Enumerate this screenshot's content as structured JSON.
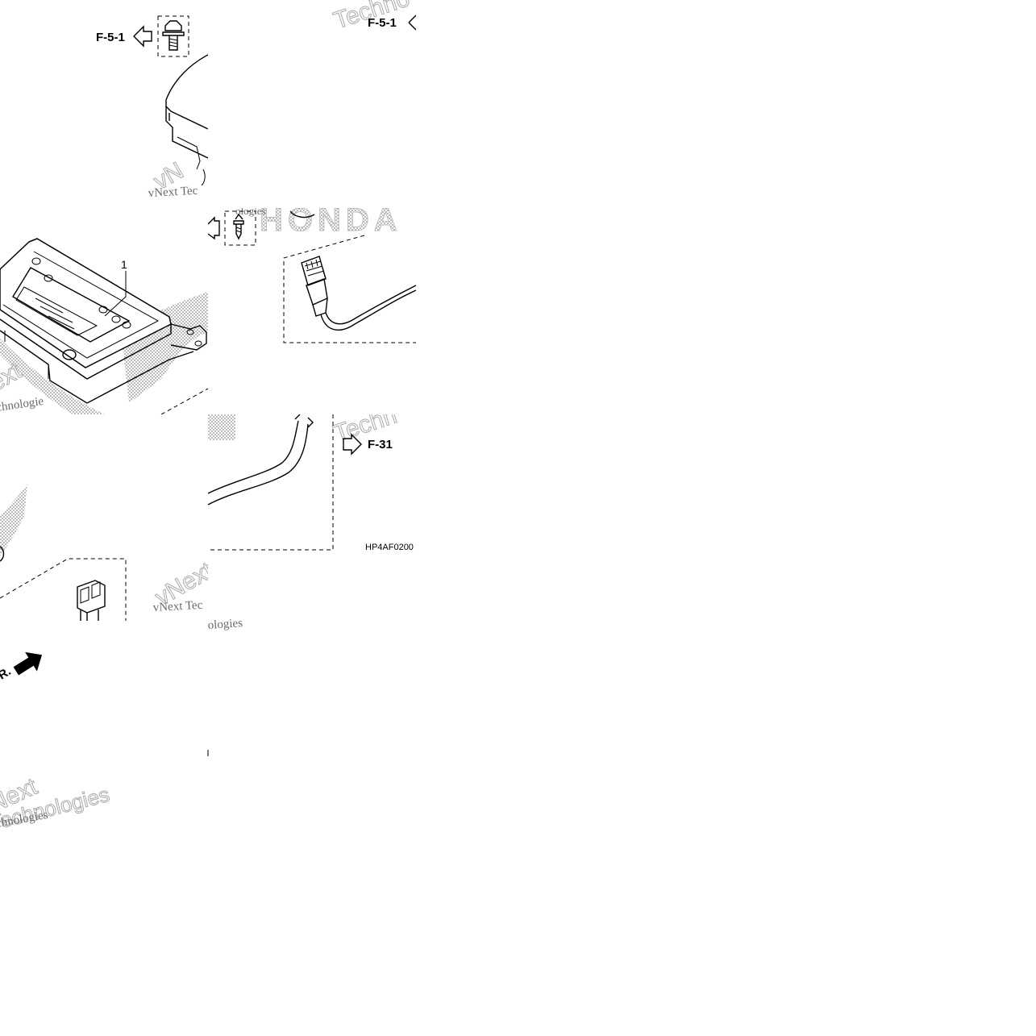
{
  "diagram": {
    "part_code": "HP4AF0200",
    "callout_number": "1",
    "references": {
      "upper_left": "F-5-1",
      "upper_right": "F-5-1",
      "lower_right": "F-31",
      "front_marker": "FR."
    },
    "watermarks": {
      "brand": "HONDA",
      "vendor_line_1": "vNext Technologies",
      "fragment_techno": "Techno",
      "fragment_vnext": "vNext",
      "fragment_next": "Next",
      "fragment_technologies": "Technologies",
      "fragment_technologies_b": "Technologies",
      "fragment_ologies": "ologies",
      "fragment_ologies_b": "ologies",
      "fragment_vnext_tec": "vNext Tec",
      "fragment_vnext_tec_b": "vNext Tec",
      "fragment_chnologie": "chnologie",
      "fragment_techn": "Techn",
      "fragment_vn": "vN",
      "fragment_ext": "ext",
      "fragment_chnologies": "chnologies",
      "fragment_gies": "gies"
    },
    "colors": {
      "line": "#000000",
      "background": "#ffffff",
      "watermark_text": "#6a6a6a",
      "halftone": "#9a9a9a"
    }
  }
}
